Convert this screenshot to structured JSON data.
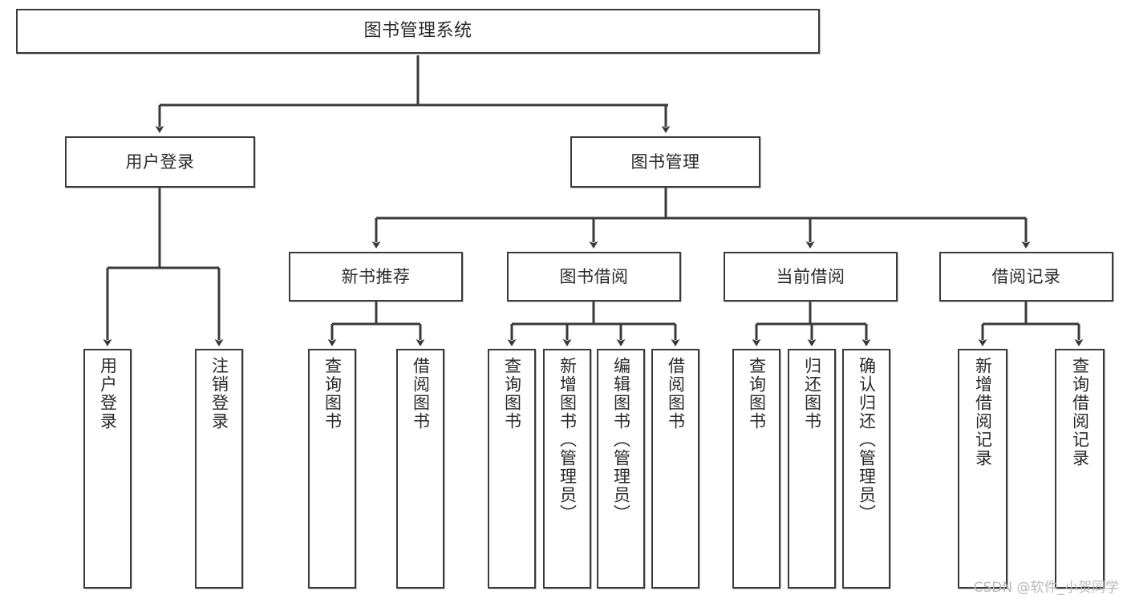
{
  "diagram": {
    "title": "图书管理系统",
    "type": "tree-hierarchy-chart",
    "root": {
      "id": "root",
      "label": "图书管理系统"
    },
    "level1": [
      {
        "id": "user-login",
        "label": "用户登录"
      },
      {
        "id": "book-manage",
        "label": "图书管理"
      }
    ],
    "level2": [
      {
        "id": "new-book-recommend",
        "label": "新书推荐"
      },
      {
        "id": "book-borrow",
        "label": "图书借阅"
      },
      {
        "id": "current-borrow",
        "label": "当前借阅"
      },
      {
        "id": "borrow-record",
        "label": "借阅记录"
      }
    ],
    "leaves": {
      "user_login": [
        {
          "id": "leaf-user-login",
          "label": "用户登录"
        },
        {
          "id": "leaf-logout-login",
          "label": "注销登录"
        }
      ],
      "new_book_recommend": [
        {
          "id": "leaf-query-book-1",
          "label": "查询图书"
        },
        {
          "id": "leaf-borrow-book-1",
          "label": "借阅图书"
        }
      ],
      "book_borrow": [
        {
          "id": "leaf-query-book-2",
          "label": "查询图书"
        },
        {
          "id": "leaf-add-book",
          "label": "新增图书（管理员）"
        },
        {
          "id": "leaf-edit-book",
          "label": "编辑图书（管理员）"
        },
        {
          "id": "leaf-borrow-book-2",
          "label": "借阅图书"
        }
      ],
      "current_borrow": [
        {
          "id": "leaf-query-book-3",
          "label": "查询图书"
        },
        {
          "id": "leaf-return-book",
          "label": "归还图书"
        },
        {
          "id": "leaf-confirm-return",
          "label": "确认归还（管理员）"
        }
      ],
      "borrow_record": [
        {
          "id": "leaf-add-record",
          "label": "新增借阅记录"
        },
        {
          "id": "leaf-query-record",
          "label": "查询借阅记录"
        }
      ]
    }
  },
  "watermark": {
    "text": "CSDN @软件_小贺同学"
  },
  "colors": {
    "border": "#3a3a3a",
    "background": "#ffffff",
    "text": "#2a2a2a",
    "watermark": "#b9b9b9"
  }
}
